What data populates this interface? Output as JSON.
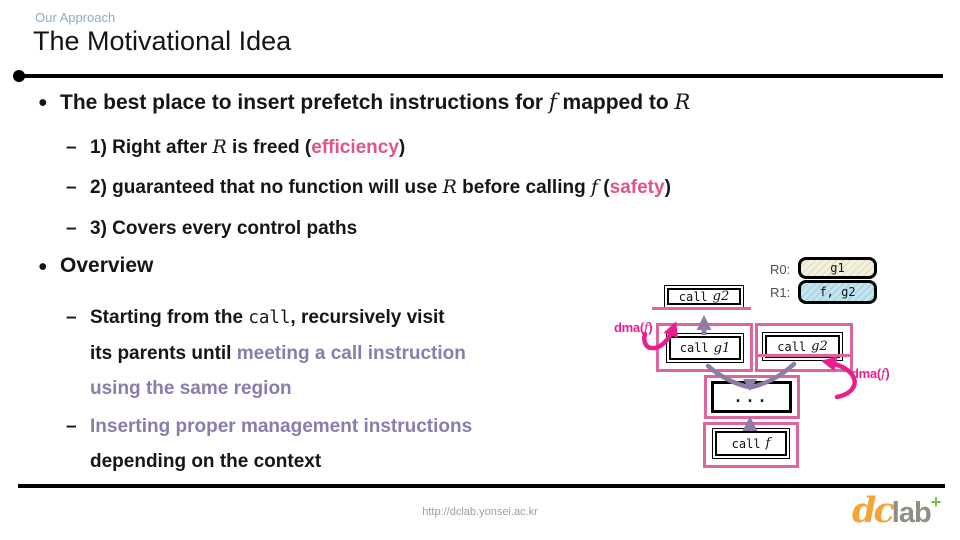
{
  "slide": {
    "kicker": "Our Approach",
    "title": "The Motivational Idea",
    "footer_url": "http://dclab.yonsei.ac.kr",
    "logo": {
      "dc": "dc",
      "lab": "lab",
      "plus": "+"
    }
  },
  "glyphs": {
    "bullet": "●",
    "dash": "–"
  },
  "content": {
    "b1": {
      "pre": "The best place to insert prefetch instructions for ",
      "f": "f",
      "mid": " mapped to ",
      "r": "R"
    },
    "s1": {
      "pre": "1) Right after ",
      "r": "R",
      "mid": " is freed (",
      "hl": "efficiency",
      "close": ")"
    },
    "s2": {
      "pre": "2) guaranteed that no function will use ",
      "r": "R",
      "mid": " before calling ",
      "f": "f",
      "open": " (",
      "hl": "safety",
      "close": ")"
    },
    "s3": {
      "text": "3) Covers every control paths"
    },
    "b2": {
      "text": "Overview"
    },
    "s4": {
      "l1_pre": "Starting from the ",
      "l1_code": "call",
      "l1_post": ", recursively visit",
      "l2_pre": "its parents until ",
      "l2_hl": "meeting a call instruction",
      "l3_hl": "using the same region"
    },
    "s5": {
      "l1_hl": "Inserting proper management instructions",
      "l2": "depending on the context"
    }
  },
  "diagram": {
    "registers": [
      {
        "label": "R0:",
        "value": "g1"
      },
      {
        "label": "R1:",
        "value": "f, g2"
      }
    ],
    "nodes": {
      "top": {
        "code": "call",
        "fn": "g2"
      },
      "left": {
        "code": "call",
        "fn": "g1"
      },
      "right": {
        "code": "call",
        "fn": "g2"
      },
      "dots": {
        "text": "..."
      },
      "bottom": {
        "code": "call",
        "fn": "f"
      }
    },
    "dma_left": {
      "pre": "dma(",
      "fn": "f",
      "post": ")"
    },
    "dma_right": {
      "pre": "dma(",
      "fn": "f",
      "post": ")"
    }
  },
  "colors": {
    "pink_text": "#e0548c",
    "purple_text": "#8b7cae",
    "magenta_arrow": "#ea1d8d",
    "pink_outline": "#de649c",
    "purple_arrow": "#8d7ca6",
    "reg0_fill": "#f3f0dd",
    "reg1_fill": "#c2e4ee",
    "kicker_color": "#94a9c3",
    "logo_orange": "#f2a636",
    "logo_gray": "#8e8e85",
    "logo_green": "#74c044"
  }
}
